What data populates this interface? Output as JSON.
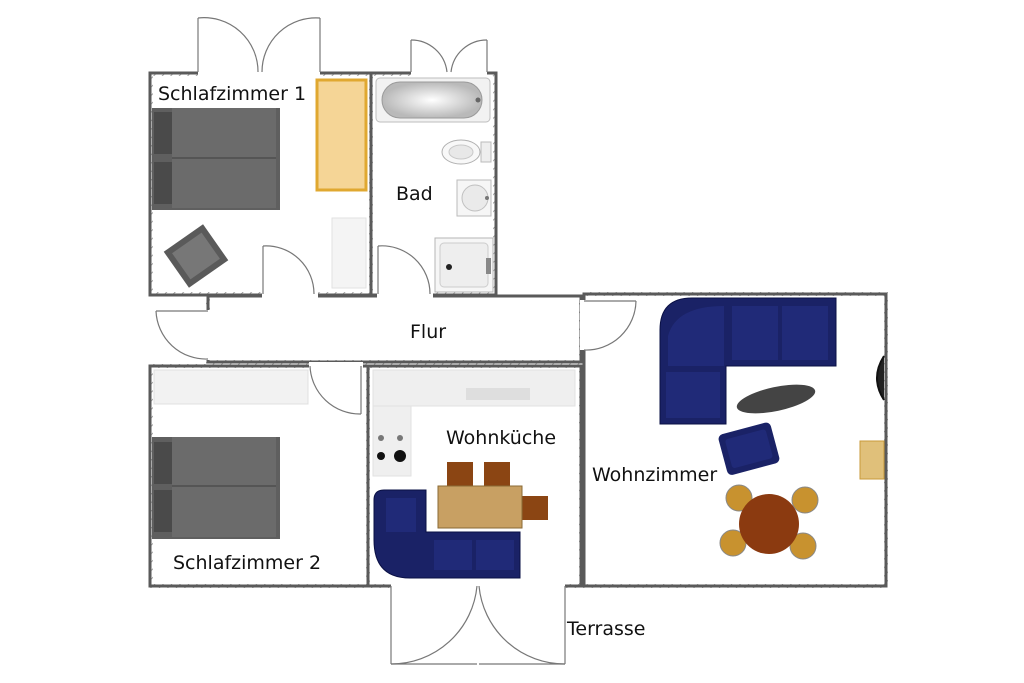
{
  "rooms": {
    "schlafzimmer1": "Schlafzimmer 1",
    "bad": "Bad",
    "flur": "Flur",
    "schlafzimmer2": "Schlafzimmer 2",
    "wohnkueche": "Wohnküche",
    "wohnzimmer": "Wohnzimmer",
    "terrasse": "Terrasse"
  },
  "colors": {
    "wall": "#5a5a5a",
    "bed": "#6b6b6b",
    "sofa": "#1a2266",
    "table_wood": "#c8a063",
    "chair_wood": "#8b4513",
    "round_table": "#8b3a10",
    "round_chair": "#c8922f",
    "shelf": "#f5d596"
  },
  "icons": {
    "bed": "double-bed-icon",
    "bathtub": "bathtub-icon",
    "toilet": "toilet-icon",
    "sink": "sink-icon",
    "shower": "shower-icon",
    "sofa": "corner-sofa-icon",
    "dining-table": "dining-table-icon",
    "stove": "stove-icon"
  }
}
